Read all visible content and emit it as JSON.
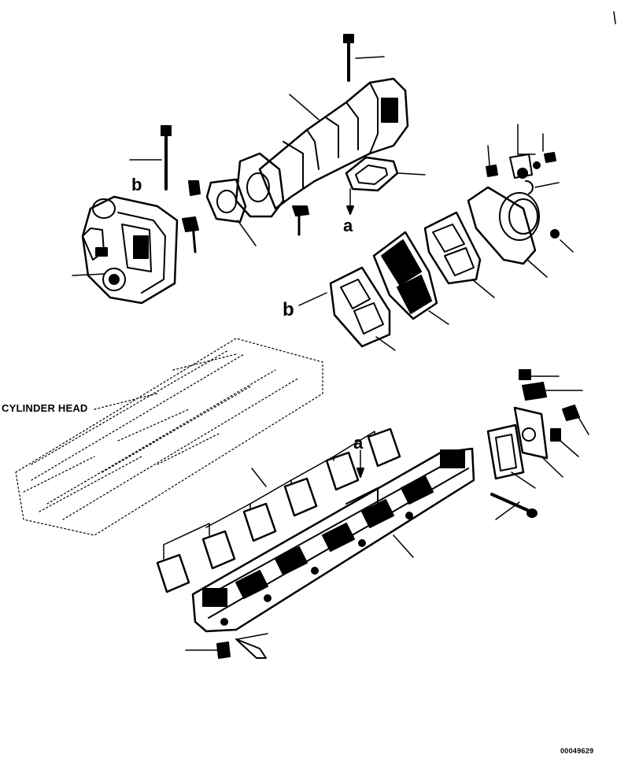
{
  "labels": {
    "cylinder_head": "CYLINDER HEAD",
    "ref_a_top": "a",
    "ref_a_manifold": "a",
    "ref_b_turbo": "b",
    "ref_b_gasket": "b",
    "figure_number": "00049629"
  },
  "colors": {
    "line": "#000000",
    "background": "#ffffff"
  }
}
